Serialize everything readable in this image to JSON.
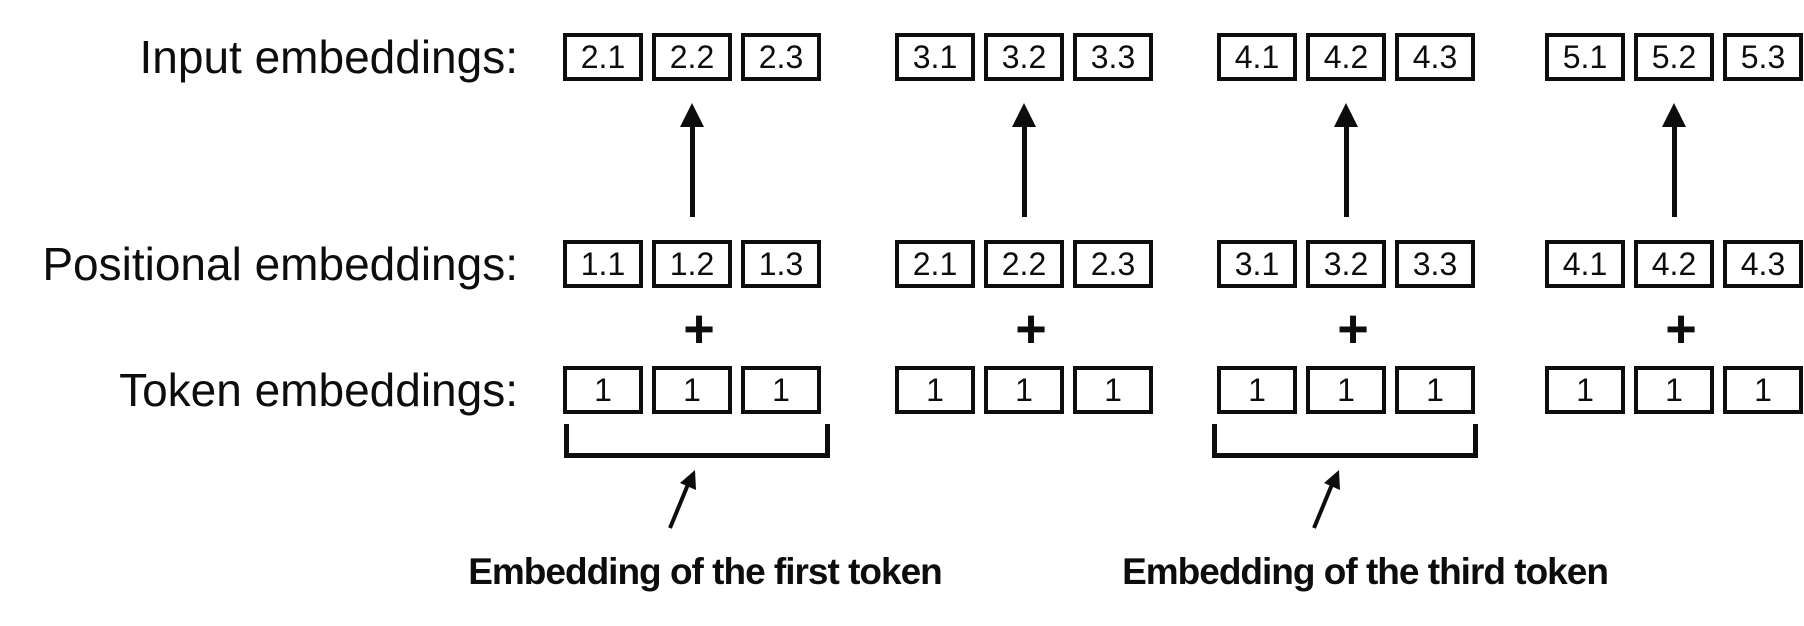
{
  "diagram": {
    "background": "#ffffff",
    "ink_color": "#0d0d0d",
    "rows": [
      {
        "label": "Input embeddings:",
        "groups": [
          [
            "2.1",
            "2.2",
            "2.3"
          ],
          [
            "3.1",
            "3.2",
            "3.3"
          ],
          [
            "4.1",
            "4.2",
            "4.3"
          ],
          [
            "5.1",
            "5.2",
            "5.3"
          ]
        ]
      },
      {
        "label": "Positional embeddings:",
        "groups": [
          [
            "1.1",
            "1.2",
            "1.3"
          ],
          [
            "2.1",
            "2.2",
            "2.3"
          ],
          [
            "3.1",
            "3.2",
            "3.3"
          ],
          [
            "4.1",
            "4.2",
            "4.3"
          ]
        ]
      },
      {
        "label": "Token embeddings:",
        "groups": [
          [
            "1",
            "1",
            "1"
          ],
          [
            "1",
            "1",
            "1"
          ],
          [
            "1",
            "1",
            "1"
          ],
          [
            "1",
            "1",
            "1"
          ]
        ]
      }
    ],
    "operator": "+",
    "annotations": [
      {
        "text": "Embedding of the first token",
        "target_group_index": 0
      },
      {
        "text": "Embedding of the third token",
        "target_group_index": 2
      }
    ]
  }
}
